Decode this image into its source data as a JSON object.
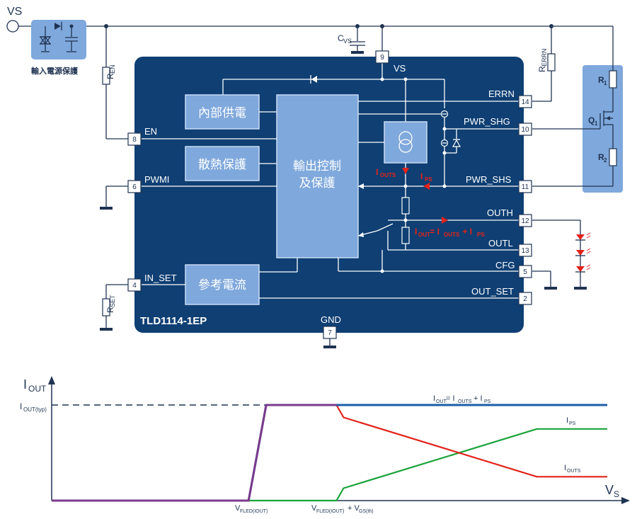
{
  "circuit": {
    "vs_terminal": "VS",
    "input_protection_label": "輸入電源保護",
    "cvs_label": "C",
    "cvs_sub": "VS",
    "ren_label": "R",
    "ren_sub": "EN",
    "rerrn_label": "R",
    "rerrn_sub": "ERRN",
    "rset_label": "R",
    "rset_sub": "SET",
    "r1_label": "R",
    "r1_sub": "1",
    "r2_label": "R",
    "r2_sub": "2",
    "q1_label": "Q",
    "q1_sub": "1",
    "chip_name": "TLD1114-1EP",
    "vs_internal": "VS",
    "blocks": {
      "internal_supply": "內部供電",
      "thermal_protection": "散熱保護",
      "reference_current": "參考電流",
      "output_control_line1": "輸出控制",
      "output_control_line2": "及保護"
    },
    "signals": {
      "en": "EN",
      "pwmi": "PWMI",
      "in_set": "IN_SET",
      "errn": "ERRN",
      "pwr_shg": "PWR_SHG",
      "pwr_shs": "PWR_SHS",
      "outh": "OUTH",
      "outl": "OUTL",
      "cfg": "CFG",
      "out_set": "OUT_SET",
      "gnd": "GND"
    },
    "pins": {
      "vs": "9",
      "en": "8",
      "pwmi": "6",
      "in_set": "4",
      "gnd": "7",
      "errn": "14",
      "pwr_shg": "10",
      "pwr_shs": "11",
      "outh": "12",
      "outl": "13",
      "cfg": "5",
      "out_set": "2"
    },
    "annotations": {
      "iouts": "I",
      "iouts_sub": "OUTS",
      "ips": "I",
      "ips_sub": "PS",
      "iout_eq_main": "I",
      "iout_eq_sub1": "OUT",
      "iout_eq_mid": " = I",
      "iout_eq_sub2": "OUTS",
      "iout_eq_plus": " + I",
      "iout_eq_sub3": "PS"
    },
    "colors": {
      "chip_bg": "#0f3f73",
      "block": "#7fa8dc",
      "protection_box": "#7fa8dc",
      "current_arrow": "#e2231a",
      "led": "#e2231a"
    }
  },
  "chart_data": {
    "type": "line",
    "ylabel_main": "I",
    "ylabel_sub": "OUT",
    "xlabel_main": "V",
    "xlabel_sub": "S",
    "y_ref_label_main": "I",
    "y_ref_label_sub": "OUT(typ)",
    "x_tick1_main": "V",
    "x_tick1_sub": "FLED(IOUT)",
    "x_tick2_main": "V",
    "x_tick2_sub": "FLED(IOUT)",
    "x_tick2_tail": " + V",
    "x_tick2_sub2": "GS(th)",
    "series": [
      {
        "name_main": "I",
        "name_sub": "OUT",
        "name_mid": " = I",
        "name_sub2": "OUTS",
        "name_tail": " + I",
        "name_sub3": "PS",
        "color": "#1a5ea8",
        "points": [
          [
            0,
            0
          ],
          [
            2.8,
            0
          ],
          [
            3.05,
            1.0
          ],
          [
            4.05,
            1.0
          ],
          [
            7.9,
            1.0
          ]
        ]
      },
      {
        "name_main": "I",
        "name_sub": "PS",
        "color": "#1aa33a",
        "points": [
          [
            0,
            0
          ],
          [
            2.8,
            0
          ],
          [
            4.05,
            0
          ],
          [
            4.15,
            0.13
          ],
          [
            6.9,
            0.75
          ],
          [
            7.9,
            0.75
          ]
        ]
      },
      {
        "name_main": "I",
        "name_sub": "OUTS",
        "color": "#e2231a",
        "points": [
          [
            0,
            0
          ],
          [
            2.8,
            0
          ],
          [
            3.05,
            1.0
          ],
          [
            4.05,
            1.0
          ],
          [
            4.15,
            0.87
          ],
          [
            6.9,
            0.25
          ],
          [
            7.9,
            0.25
          ]
        ]
      }
    ],
    "ref_level": 1.0,
    "xlim": [
      0,
      8.3
    ],
    "ylim": [
      0,
      1.25
    ]
  }
}
